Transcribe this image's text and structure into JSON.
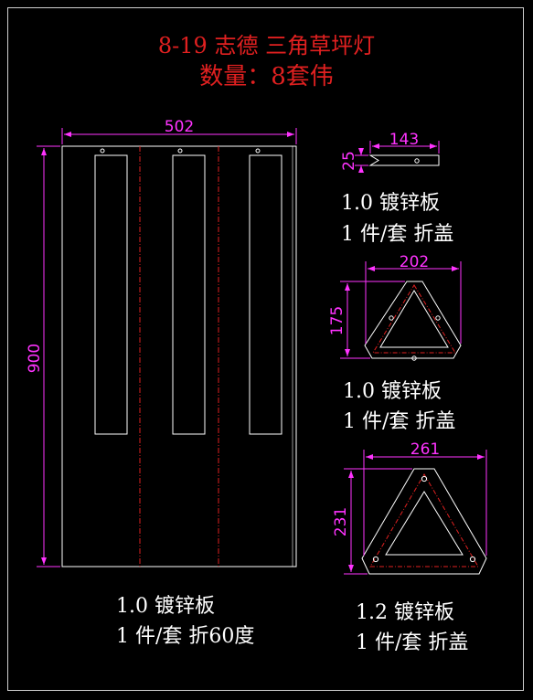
{
  "title": {
    "line1": "8-19 志德 三角草坪灯",
    "line2": "数量：8套伟"
  },
  "panel": {
    "width_label": "502",
    "height_label": "900",
    "material": "1.0 镀锌板",
    "process": "1 件/套 折60度"
  },
  "bracket": {
    "width_label": "143",
    "height_label": "25",
    "material": "1.0 镀锌板",
    "process": "1 件/套 折盖"
  },
  "small_triangle": {
    "width_label": "202",
    "height_label": "175",
    "material": "1.0 镀锌板",
    "process": "1 件/套 折盖"
  },
  "large_triangle": {
    "width_label": "261",
    "height_label": "231",
    "material": "1.2 镀锌板",
    "process": "1 件/套 折盖"
  },
  "colors": {
    "outline": "#ffffff",
    "bend_line": "#e02020",
    "dimension": "#ff33ff",
    "title": "#e02020"
  }
}
